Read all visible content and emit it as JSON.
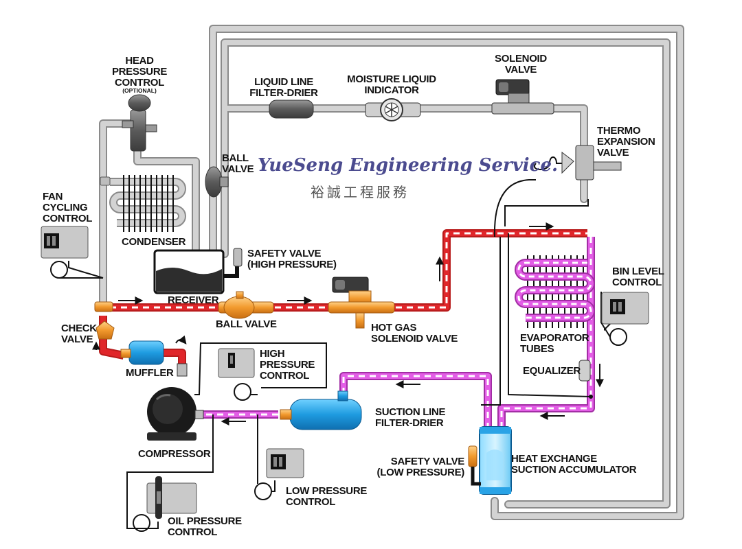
{
  "watermark": {
    "english": "YueSeng Engineering Service.",
    "chinese": "裕誠工程服務"
  },
  "labels": {
    "head_pressure_control": [
      "HEAD",
      "PRESSURE",
      "CONTROL"
    ],
    "optional": "(OPTIONAL)",
    "fan_cycling_control": [
      "FAN",
      "CYCLING",
      "CONTROL"
    ],
    "condenser": "CONDENSER",
    "ball_valve_top": [
      "BALL",
      "VALVE"
    ],
    "liquid_line_filter_drier": [
      "LIQUID LINE",
      "FILTER-DRIER"
    ],
    "moisture_liquid_indicator": [
      "MOISTURE LIQUID",
      "INDICATOR"
    ],
    "solenoid_valve": [
      "SOLENOID",
      "VALVE"
    ],
    "thermo_expansion_valve": [
      "THERMO",
      "EXPANSION",
      "VALVE"
    ],
    "safety_valve_high": [
      "SAFETY VALVE",
      "(HIGH PRESSURE)"
    ],
    "receiver": "RECEIVER",
    "ball_valve_bottom": "BALL VALVE",
    "hot_gas_solenoid_valve": [
      "HOT GAS",
      "SOLENOID VALVE"
    ],
    "bin_level_control": [
      "BIN LEVEL",
      "CONTROL"
    ],
    "evaporator_tubes": [
      "EVAPORATOR",
      "TUBES"
    ],
    "equalizer": "EQUALIZER",
    "check_valve": [
      "CHECK",
      "VALVE"
    ],
    "muffler": "MUFFLER",
    "high_pressure_control": [
      "HIGH",
      "PRESSURE",
      "CONTROL"
    ],
    "compressor": "COMPRESSOR",
    "suction_line_filter_drier": [
      "SUCTION LINE",
      "FILTER-DRIER"
    ],
    "safety_valve_low": [
      "SAFETY VALVE",
      "(LOW PRESSURE)"
    ],
    "heat_exchange_suction_accumulator": [
      "HEAT EXCHANGE",
      "SUCTION ACCUMULATOR"
    ],
    "low_pressure_control": [
      "LOW PRESSURE",
      "CONTROL"
    ],
    "oil_pressure_control": [
      "OIL PRESSURE",
      "CONTROL"
    ]
  },
  "colors": {
    "liquid_line": "#c4c4c4",
    "hot_gas_line": "#e0262a",
    "suction_line": "#d44ad6",
    "component_blue": "#29a3e6",
    "fitting_orange": "#f2a13a",
    "control_box": "#c9c9c9",
    "wire": "#111111"
  }
}
